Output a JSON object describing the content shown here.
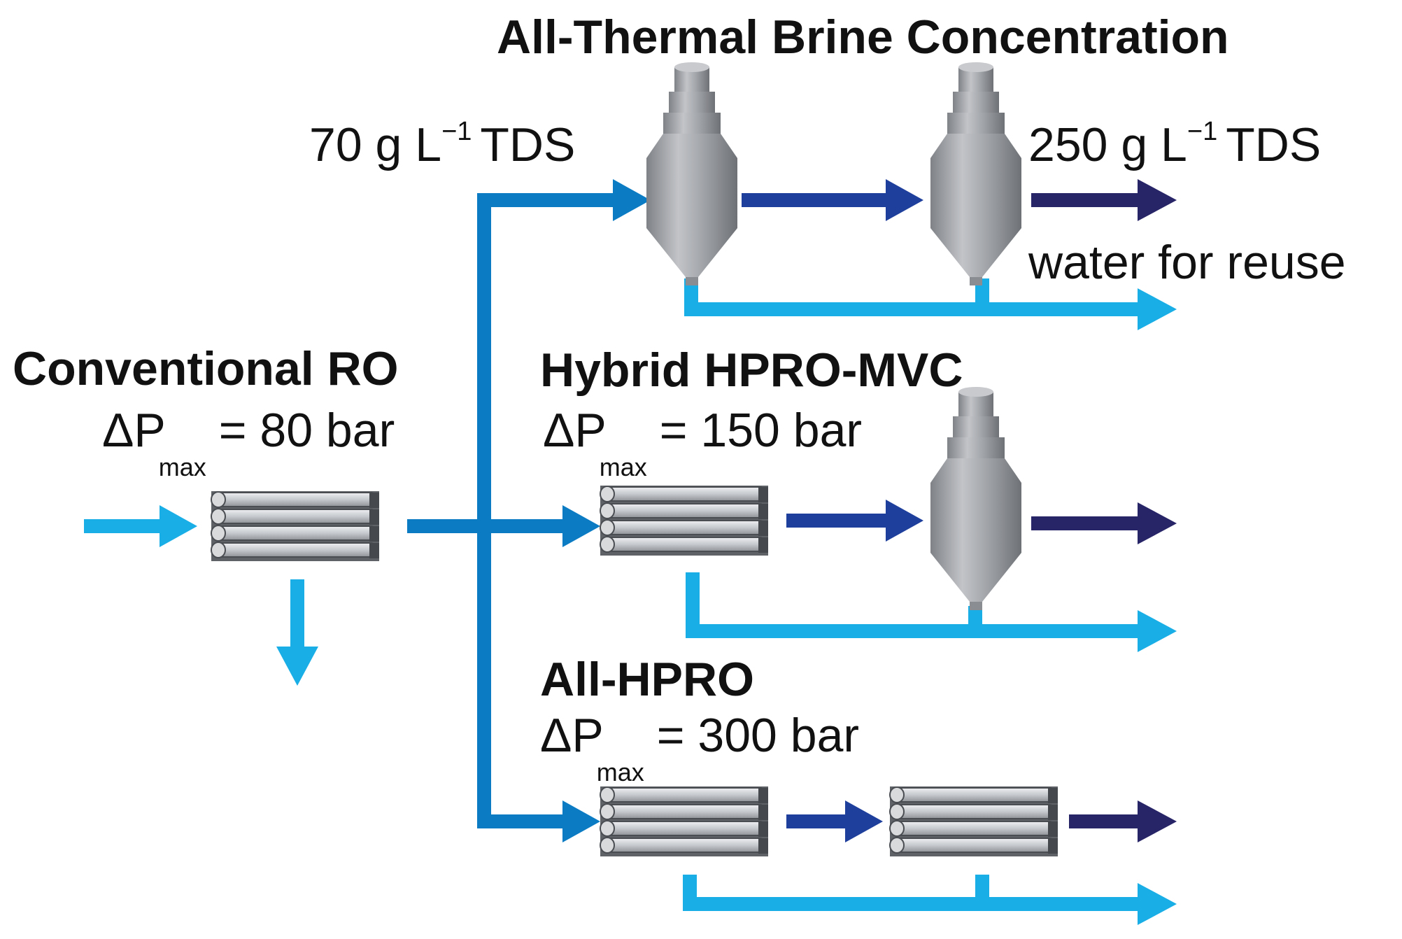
{
  "titles": {
    "thermal": "All-Thermal Brine Concentration",
    "conventional": "Conventional RO",
    "hybrid": "Hybrid HPRO-MVC",
    "all_hpro": "All-HPRO"
  },
  "pressure": {
    "delta": "ΔP",
    "sub": "max",
    "conventional": "= 80 bar",
    "hybrid": "= 150 bar",
    "all_hpro": "= 300 bar"
  },
  "concentration": {
    "in_value": "70 g L",
    "in_exp": "−1",
    "in_unit": "TDS",
    "out_value": "250 g L",
    "out_exp": "−1",
    "out_unit": "TDS"
  },
  "water_label": "water for reuse",
  "colors": {
    "light_blue": "#19AEE6",
    "mid_blue": "#0B7CC4",
    "dark_blue": "#1F3F9C",
    "navy": "#272467",
    "vessel_gray": "#9C9EA3",
    "module_gray": "#C9CCD0",
    "module_cap": "#55585D"
  },
  "icons": [
    "ro-module-icon",
    "evaporator-icon",
    "flow-arrow-icon"
  ]
}
